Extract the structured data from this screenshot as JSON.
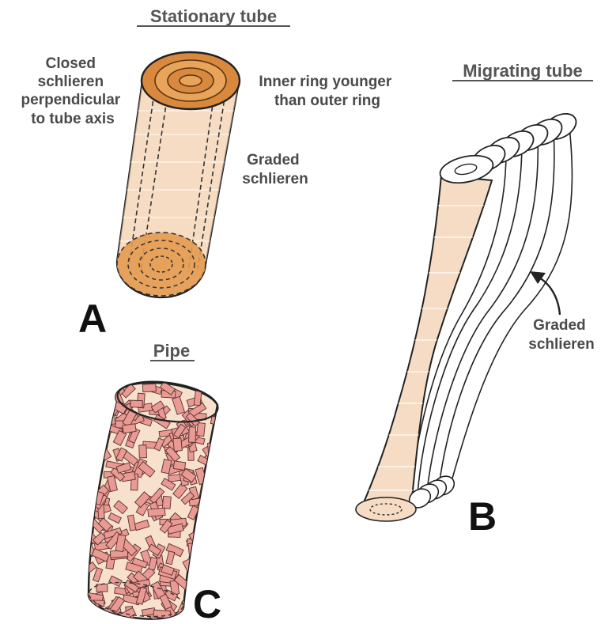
{
  "panel_a": {
    "title": "Stationary tube",
    "letter": "A",
    "closed_schlieren_label": [
      "Closed",
      "schlieren",
      "perpendicular",
      "to tube axis"
    ],
    "inner_ring_label": [
      "Inner ring younger",
      "than outer ring"
    ],
    "graded_label": [
      "Graded",
      "schlieren"
    ]
  },
  "panel_b": {
    "title": "Migrating tube",
    "letter": "B",
    "graded_label": [
      "Graded",
      "schlieren"
    ]
  },
  "panel_c": {
    "title": "Pipe",
    "letter": "C"
  },
  "colors": {
    "ring_orange": "#d9893d",
    "ring_light": "#e8a45a",
    "tube_fill": "#f6dcc4",
    "crystal_pink": "#e89a93",
    "outline": "#222222"
  }
}
